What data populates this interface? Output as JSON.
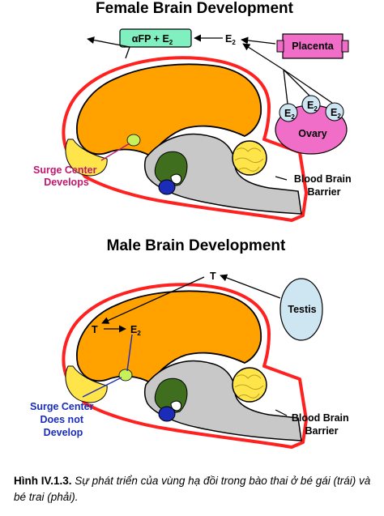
{
  "female": {
    "title": "Female Brain Development",
    "afp_label": "αFP + E",
    "afp_sub": "2",
    "e2_label": "E",
    "e2_sub": "2",
    "placenta": "Placenta",
    "ovary": "Ovary",
    "ovary_e": [
      "E",
      "E",
      "E"
    ],
    "ovary_e_sub": [
      "2",
      "2",
      "2"
    ],
    "surge_line1": "Surge Center",
    "surge_line2": "Develops",
    "bbb_line1": "Blood Brain",
    "bbb_line2": "Barrier"
  },
  "male": {
    "title": "Male Brain Development",
    "t_label": "T",
    "t_inner": "T",
    "e2_inner": "E",
    "e2_inner_sub": "2",
    "testis": "Testis",
    "surge_line1": "Surge Center",
    "surge_line2": "Does not",
    "surge_line3": "Develop",
    "bbb_line1": "Blood Brain",
    "bbb_line2": "Barrier"
  },
  "caption": {
    "bold": "Hình IV.1.3.",
    "text": " Sự phát triển của vùng hạ đồi trong bào thai ở bé gái (trái) và bé trai (phải)."
  },
  "colors": {
    "cerebrum": "#FFA200",
    "barrier": "#FF2020",
    "cerebellum": "#FFE44A",
    "brainstem": "#C8C8C8",
    "hypothalamus": "#3F6E1E",
    "afp_box": "#80F0C0",
    "placenta": "#F06EC8",
    "ovary": "#F06EC8",
    "testis": "#CDE6F2",
    "e2_ball": "#CDE6F2",
    "female_surge": "#C0186E",
    "male_surge": "#1A2CB8"
  }
}
